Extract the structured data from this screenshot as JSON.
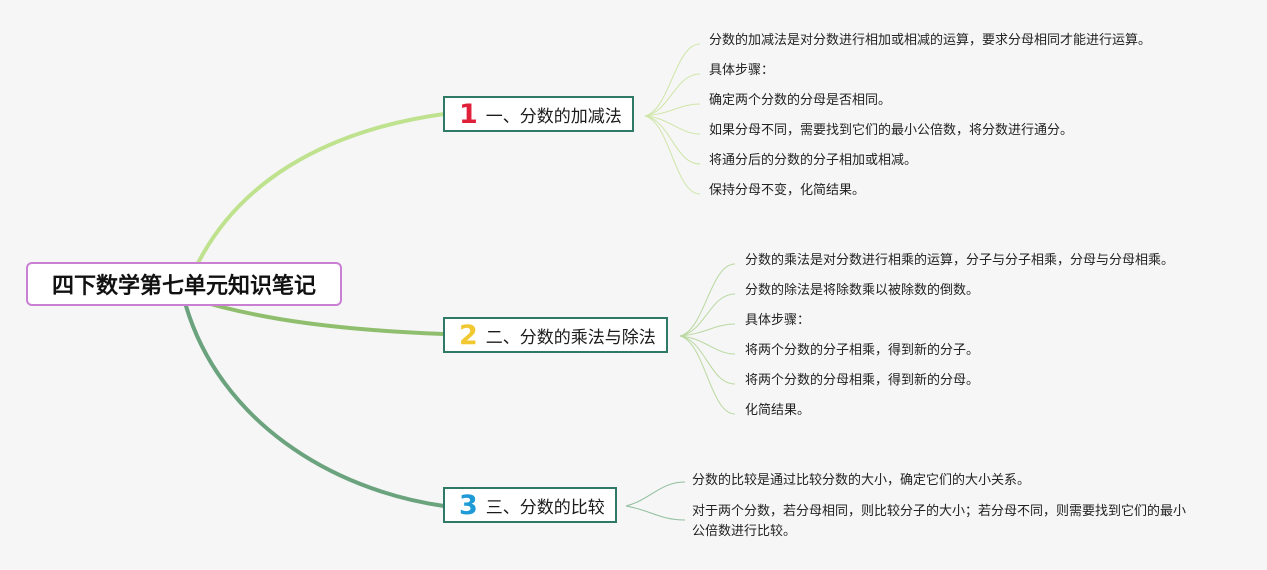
{
  "root": {
    "title": "四下数学第七单元知识笔记"
  },
  "colors": {
    "root_border": "#c97fd2",
    "topic_border": "#2f7a66",
    "num1": "#e0203a",
    "num2": "#f2c832",
    "num3": "#1e9ad6",
    "branch1": "#bfe28f",
    "branch2": "#8fbf6e",
    "branch3": "#6aa37d"
  },
  "topics": [
    {
      "num": "1",
      "label": "一、分数的加减法",
      "leaves": [
        "分数的加减法是对分数进行相加或相减的运算，要求分母相同才能进行运算。",
        "具体步骤：",
        "确定两个分数的分母是否相同。",
        "如果分母不同，需要找到它们的最小公倍数，将分数进行通分。",
        "将通分后的分数的分子相加或相减。",
        "保持分母不变，化简结果。"
      ]
    },
    {
      "num": "2",
      "label": "二、分数的乘法与除法",
      "leaves": [
        "分数的乘法是对分数进行相乘的运算，分子与分子相乘，分母与分母相乘。",
        "分数的除法是将除数乘以被除数的倒数。",
        "具体步骤：",
        "将两个分数的分子相乘，得到新的分子。",
        "将两个分数的分母相乘，得到新的分母。",
        "化简结果。"
      ]
    },
    {
      "num": "3",
      "label": "三、分数的比较",
      "leaves": [
        "分数的比较是通过比较分数的大小，确定它们的大小关系。",
        "对于两个分数，若分母相同，则比较分子的大小；若分母不同，则需要找到它们的最小公倍数进行比较。"
      ]
    }
  ]
}
